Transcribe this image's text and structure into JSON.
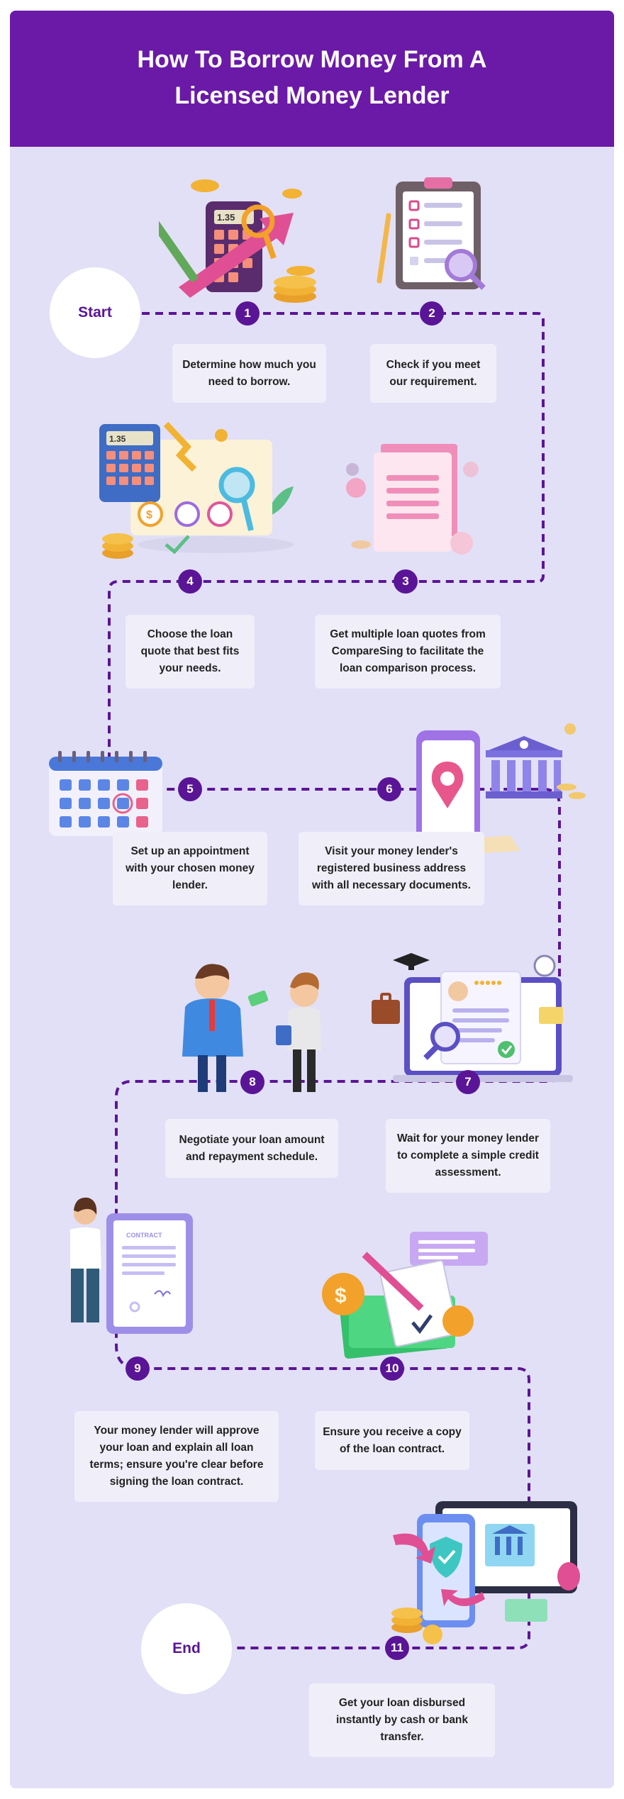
{
  "title_line1": "How To Borrow Money From A",
  "title_line2": "Licensed Money Lender",
  "start_label": "Start",
  "end_label": "End",
  "steps": [
    {
      "n": "1",
      "text": "Determine how much you need to borrow."
    },
    {
      "n": "2",
      "text": "Check if you meet our requirement."
    },
    {
      "n": "3",
      "text": "Get multiple loan quotes from CompareSing to facilitate the loan comparison process."
    },
    {
      "n": "4",
      "text": "Choose the loan quote that best fits your needs."
    },
    {
      "n": "5",
      "text": "Set up an appointment with your chosen money lender."
    },
    {
      "n": "6",
      "text": "Visit your money lender's registered business address with all necessary documents."
    },
    {
      "n": "7",
      "text": "Wait for your money lender to complete a simple credit assessment."
    },
    {
      "n": "8",
      "text": "Negotiate your loan amount and repayment schedule."
    },
    {
      "n": "9",
      "text": "Your money lender will approve your loan and explain all loan terms; ensure you're clear before signing the loan contract."
    },
    {
      "n": "10",
      "text": "Ensure you receive a copy of the loan contract."
    },
    {
      "n": "11",
      "text": "Get your loan disbursed instantly by cash or bank transfer."
    }
  ],
  "illustration_texts": {
    "calculator_display": "1.35",
    "contract_heading": "CONTRACT",
    "currency_symbol": "$"
  },
  "colors": {
    "header": "#6a1aa7",
    "panel": "#e2e0f6",
    "node": "#5a1596",
    "path": "#5a1596",
    "box": "#f0eff9"
  }
}
